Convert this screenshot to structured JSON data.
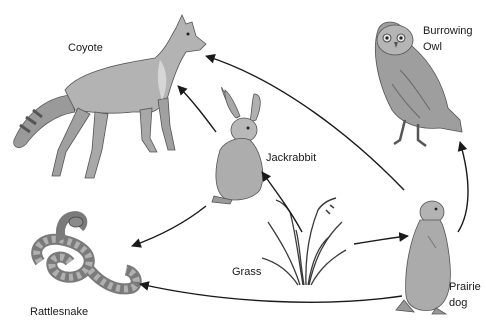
{
  "organisms": {
    "coyote": "Coyote",
    "burrowing_owl_line1": "Burrowing",
    "burrowing_owl_line2": "Owl",
    "jackrabbit": "Jackrabbit",
    "grass": "Grass",
    "rattlesnake": "Rattlesnake",
    "prairie_dog_line1": "Prairie",
    "prairie_dog_line2": "dog"
  },
  "food_web_links": [
    {
      "from": "jackrabbit",
      "to": "coyote"
    },
    {
      "from": "prairie_dog",
      "to": "coyote"
    },
    {
      "from": "prairie_dog",
      "to": "burrowing_owl"
    },
    {
      "from": "grass",
      "to": "jackrabbit"
    },
    {
      "from": "grass",
      "to": "prairie_dog"
    },
    {
      "from": "jackrabbit",
      "to": "rattlesnake"
    },
    {
      "from": "prairie_dog",
      "to": "rattlesnake"
    }
  ],
  "colors": {
    "arrow": "#1a1a1a",
    "animal_fill": "#a9a9a9",
    "animal_dark": "#6e6e6e",
    "background": "#ffffff"
  }
}
